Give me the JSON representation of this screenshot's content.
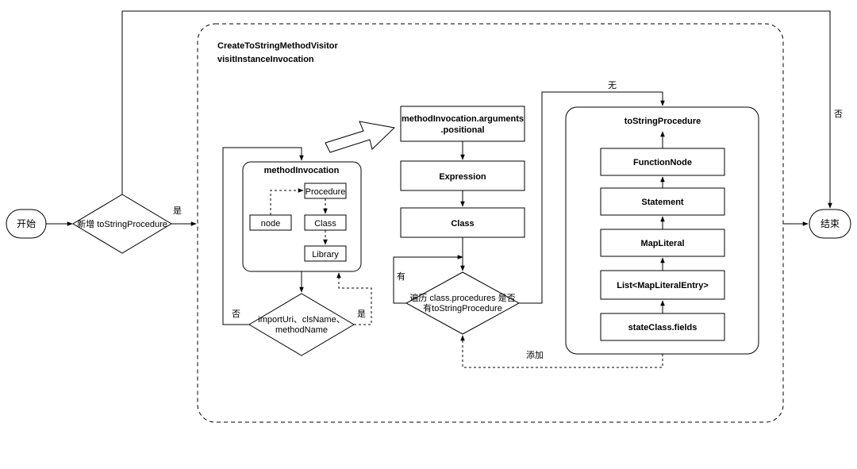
{
  "container": {
    "title_line1": "CreateToStringMethodVisitor",
    "title_line2": "visitInstanceInvocation"
  },
  "nodes": {
    "start": "开始",
    "end": "结束",
    "add_decision": "新增 toStringProcedure",
    "method_invocation": "methodInvocation",
    "procedure": "Procedure",
    "node": "node",
    "class_inner": "Class",
    "library": "Library",
    "import_decision_line1": "importUri、clsName、",
    "import_decision_line2": "methodName",
    "positional_line1": "methodInvocation.arguments",
    "positional_line2": ".positional",
    "expression": "Expression",
    "class_outer": "Class",
    "traverse_line1": "遍历 class.procedures 是否",
    "traverse_line2": "有toStringProcedure",
    "to_string_procedure": "toStringProcedure",
    "function_node": "FunctionNode",
    "statement": "Statement",
    "map_literal": "MapLiteral",
    "list_map_literal_entry": "List<MapLiteralEntry>",
    "state_class_fields": "stateClass.fields"
  },
  "edge_labels": {
    "yes_main": "是",
    "no_main": "否",
    "no_import": "否",
    "yes_import": "是",
    "has": "有",
    "none": "无",
    "add": "添加"
  }
}
